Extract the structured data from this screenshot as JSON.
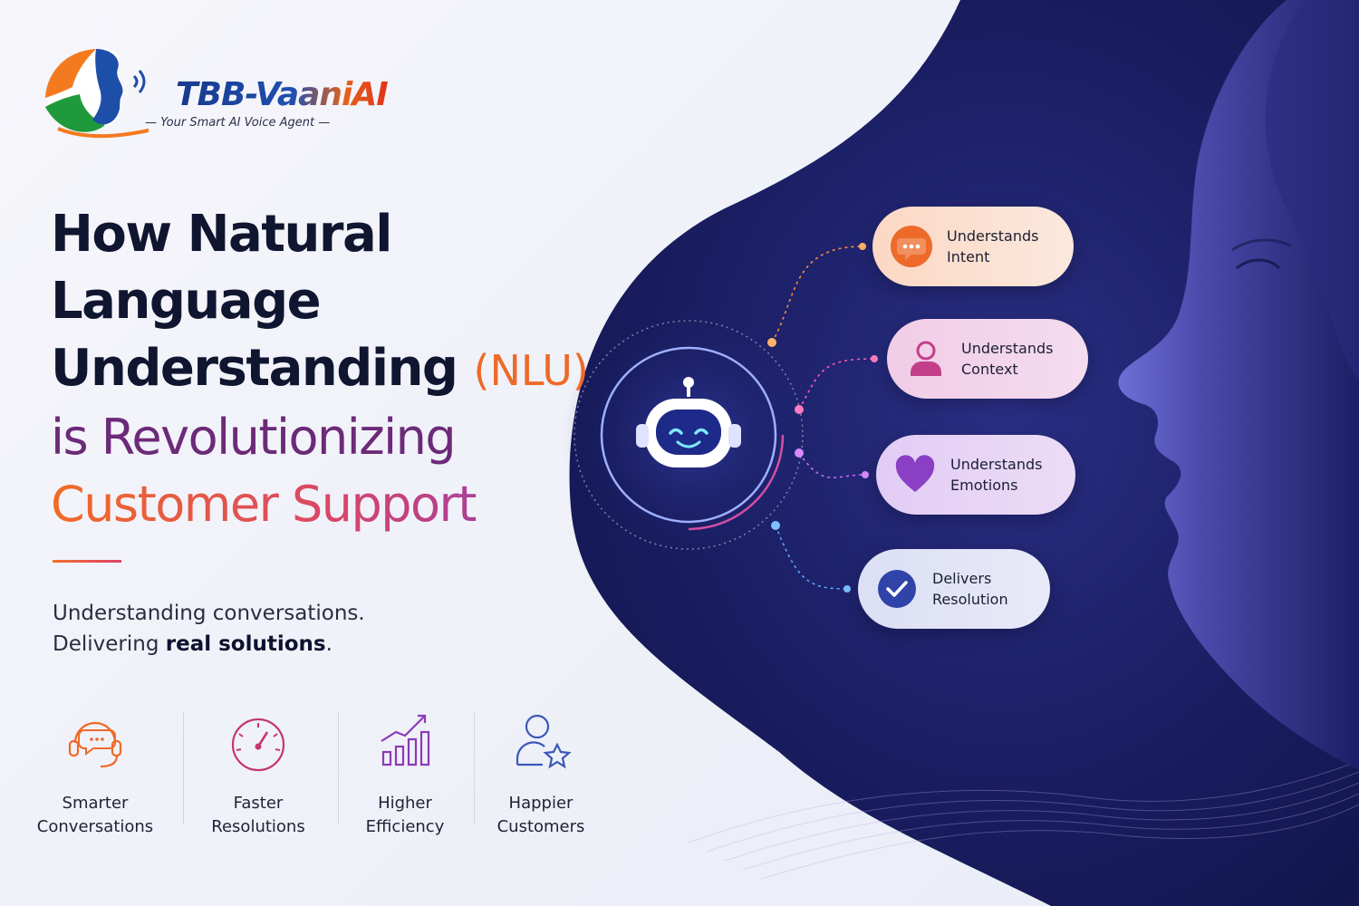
{
  "brand": {
    "name": "TBB-VaaniAI",
    "tagline": "— Your Smart AI Voice Agent —"
  },
  "headline": {
    "line1": "How Natural",
    "line2": "Language",
    "line3": "Understanding",
    "line3_suffix": "(NLU)",
    "line4": "is Revolutionizing",
    "line5": "Customer Support"
  },
  "subtitle": {
    "line1": "Understanding conversations.",
    "line2_prefix": "Delivering",
    "line2_bold": "real solutions",
    "line2_suffix": "."
  },
  "benefits": [
    {
      "line1": "Smarter",
      "line2": "Conversations",
      "icon": "chat-headset-icon"
    },
    {
      "line1": "Faster",
      "line2": "Resolutions",
      "icon": "speedometer-icon"
    },
    {
      "line1": "Higher",
      "line2": "Efficiency",
      "icon": "growth-chart-icon"
    },
    {
      "line1": "Happier",
      "line2": "Customers",
      "icon": "user-star-icon"
    }
  ],
  "capabilities": [
    {
      "line1": "Understands",
      "line2": "Intent",
      "icon": "chat-bubble-icon",
      "color": "#ee6a2a"
    },
    {
      "line1": "Understands",
      "line2": "Context",
      "icon": "person-icon",
      "color": "#c43f8a"
    },
    {
      "line1": "Understands",
      "line2": "Emotions",
      "icon": "heart-icon",
      "color": "#8a3fc4"
    },
    {
      "line1": "Delivers",
      "line2": "Resolution",
      "icon": "check-circle-icon",
      "color": "#2f43a8"
    }
  ],
  "colors": {
    "navy": "#141a52",
    "orange": "#ee6a2a",
    "purple": "#8a3ab8",
    "magenta": "#d8456a"
  }
}
